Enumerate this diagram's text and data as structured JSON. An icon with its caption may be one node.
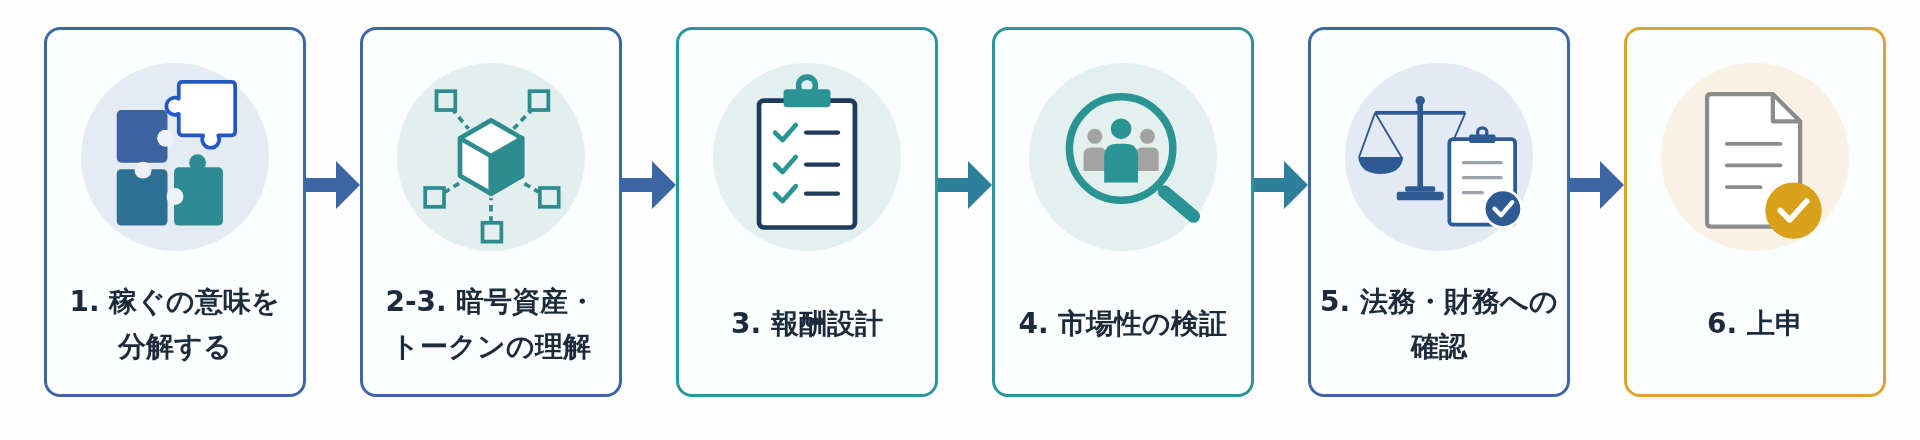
{
  "diagram": {
    "nodes": [
      {
        "text": [
          "1. 稼ぐの意味を分解する"
        ]
      },
      {
        "text": [
          "2-3. 暗号資産・トークンの理解"
        ]
      },
      {
        "text": [
          "3. 報酬設計"
        ]
      },
      {
        "text": [
          "4. 市場性の検証"
        ]
      },
      {
        "text": [
          "5. 法務・財務への確認"
        ]
      },
      {
        "text": [
          "6. 上申"
        ]
      }
    ],
    "edges": [
      {
        "from": 0,
        "to": 1,
        "arrow": "to"
      },
      {
        "from": 1,
        "to": 2,
        "arrow": "to"
      },
      {
        "from": 2,
        "to": 3,
        "arrow": "to",
        "color": "#2d7f9b"
      },
      {
        "from": 3,
        "to": 4,
        "arrow": "to",
        "color": "#2d7f9b"
      },
      {
        "from": 4,
        "to": 5,
        "arrow": "to"
      }
    ]
  }
}
